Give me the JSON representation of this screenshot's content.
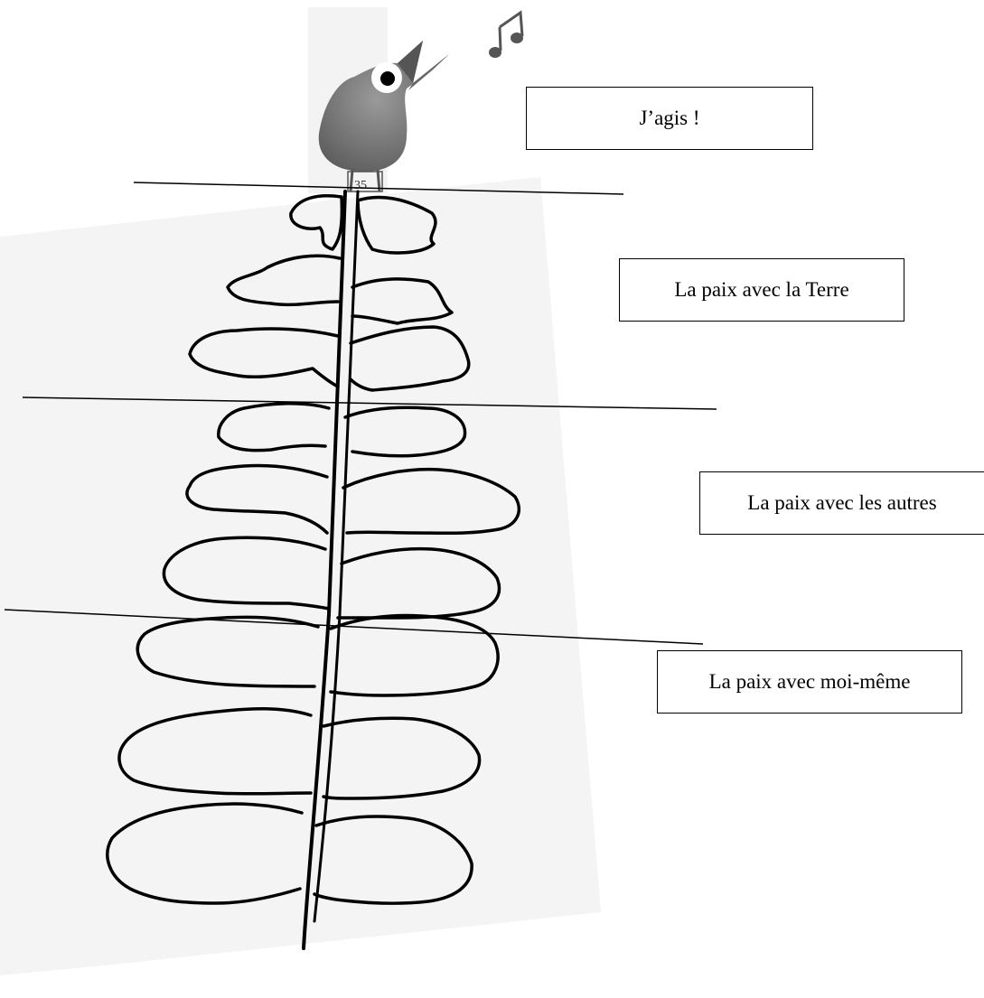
{
  "labels": {
    "act": "J’agis !",
    "earth": "La paix avec la Terre",
    "others": "La paix avec les autres",
    "self": "La paix avec moi-même"
  },
  "bird": {
    "leg_tag": "35",
    "body_color": "#7d7d7d"
  },
  "icons": {
    "bird": "singing-bird-icon",
    "music": "music-note-icon"
  }
}
